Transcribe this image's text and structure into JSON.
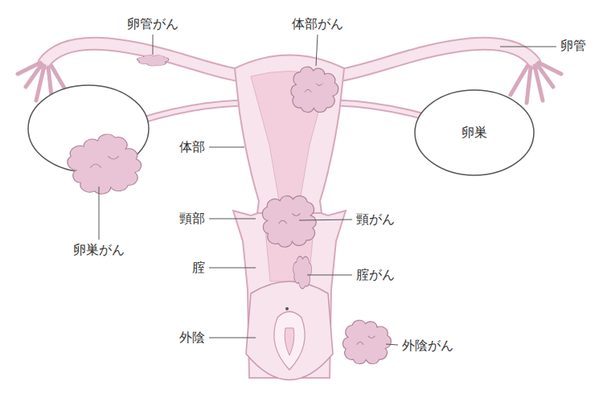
{
  "diagram": {
    "nodes": [
      {
        "text": [
          "卵巣"
        ]
      }
    ],
    "labels": [
      "卵管がん",
      "体部がん",
      "卵管",
      "体部",
      "卵巣がん",
      "頸部",
      "頸がん",
      "腟",
      "腟がん",
      "外陰",
      "外陰がん"
    ]
  }
}
